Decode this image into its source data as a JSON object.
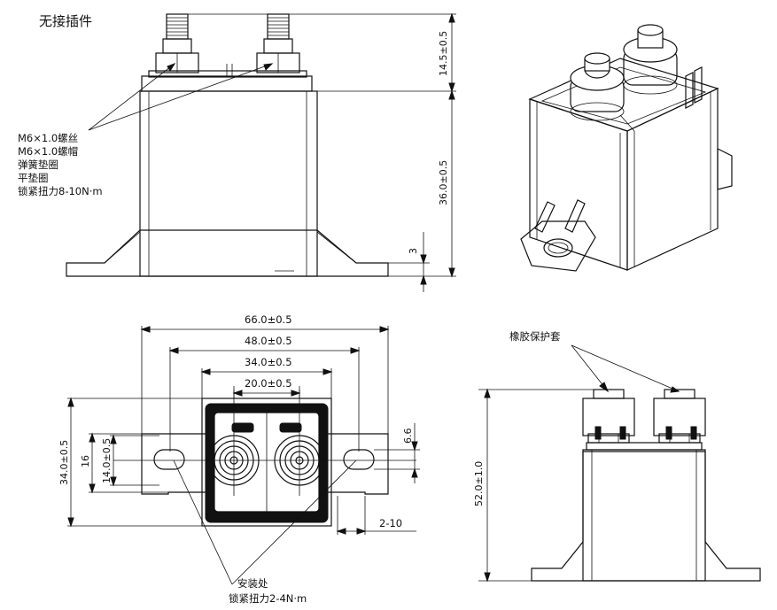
{
  "title": "无接插件",
  "front_view": {
    "labels": [
      "M6×1.0螺丝",
      "M6×1.0螺帽",
      "弹簧垫圈",
      "平垫圈",
      "锁紧扭力8-10N·m"
    ],
    "dim_terminal_height": "14.5±0.5",
    "dim_body_height": "36.0±0.5",
    "dim_base": "3"
  },
  "top_view": {
    "dim_66": "66.0±0.5",
    "dim_48": "48.0±0.5",
    "dim_34": "34.0±0.5",
    "dim_20": "20.0±0.5",
    "dim_height_34": "34.0±0.5",
    "dim_16": "16",
    "dim_14": "14.0±0.5",
    "dim_6_6": "6.6",
    "dim_2_10": "2-10",
    "install_label": "安装处",
    "install_torque": "锁紧扭力2-4N·m"
  },
  "side_view": {
    "cover_label": "橡胶保护套",
    "dim_52": "52.0±1.0"
  }
}
